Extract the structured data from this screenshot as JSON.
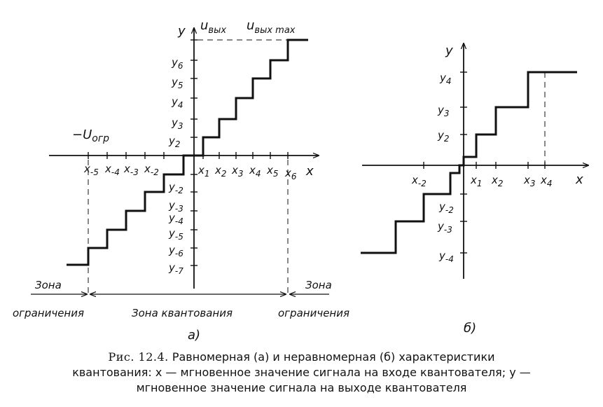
{
  "diagram_a": {
    "y_axis_label": "y",
    "uvyx_label": "u",
    "uvyx_sub": "вых",
    "uvyxmax_label": "u",
    "uvyxmax_sub": "вых max",
    "x_axis_label": "x",
    "uogr_label": "−U",
    "uogr_sub": "огр",
    "x_pos_labels": [
      {
        "base": "x",
        "sub": "1"
      },
      {
        "base": "x",
        "sub": "2"
      },
      {
        "base": "x",
        "sub": "3"
      },
      {
        "base": "x",
        "sub": "4"
      },
      {
        "base": "x",
        "sub": "5"
      },
      {
        "base": "x",
        "sub": "6"
      }
    ],
    "x_neg_labels": [
      {
        "base": "x",
        "sub": "-5"
      },
      {
        "base": "x",
        "sub": "-4"
      },
      {
        "base": "x",
        "sub": "-3"
      },
      {
        "base": "x",
        "sub": "-2"
      }
    ],
    "y_pos_labels": [
      {
        "base": "y",
        "sub": "2"
      },
      {
        "base": "y",
        "sub": "3"
      },
      {
        "base": "y",
        "sub": "4"
      },
      {
        "base": "y",
        "sub": "5"
      },
      {
        "base": "y",
        "sub": "6"
      }
    ],
    "y_neg_labels": [
      {
        "base": "y",
        "sub": "-2"
      },
      {
        "base": "y",
        "sub": "-3"
      },
      {
        "base": "y",
        "sub": "-4"
      },
      {
        "base": "y",
        "sub": "-5"
      },
      {
        "base": "y",
        "sub": "-6"
      },
      {
        "base": "y",
        "sub": "-7"
      }
    ],
    "zone_left_1": "Зона",
    "zone_left_2": "ограничения",
    "zone_right_1": "Зона",
    "zone_right_2": "ограничения",
    "zone_mid": "Зона квантования",
    "sublabel": "а)"
  },
  "diagram_b": {
    "y_axis_label": "y",
    "x_axis_label": "x",
    "x_labels": [
      {
        "base": "x",
        "sub": "-2"
      },
      {
        "base": "x",
        "sub": "1"
      },
      {
        "base": "x",
        "sub": "2"
      },
      {
        "base": "x",
        "sub": "3"
      },
      {
        "base": "x",
        "sub": "4"
      }
    ],
    "y_labels": [
      {
        "base": "y",
        "sub": "4"
      },
      {
        "base": "y",
        "sub": "3"
      },
      {
        "base": "y",
        "sub": "2"
      },
      {
        "base": "y",
        "sub": "-2"
      },
      {
        "base": "y",
        "sub": "-3"
      },
      {
        "base": "y",
        "sub": "-4"
      }
    ],
    "sublabel": "б)"
  },
  "caption": {
    "number": "Рис. 12.4.",
    "line1": "Равномерная (а) и неравномерная (б) характеристики",
    "line2": "квантования: x — мгновенное значение сигнала на входе квантователя; y —",
    "line3": "мгновенное значение сигнала на выходе квантователя"
  }
}
